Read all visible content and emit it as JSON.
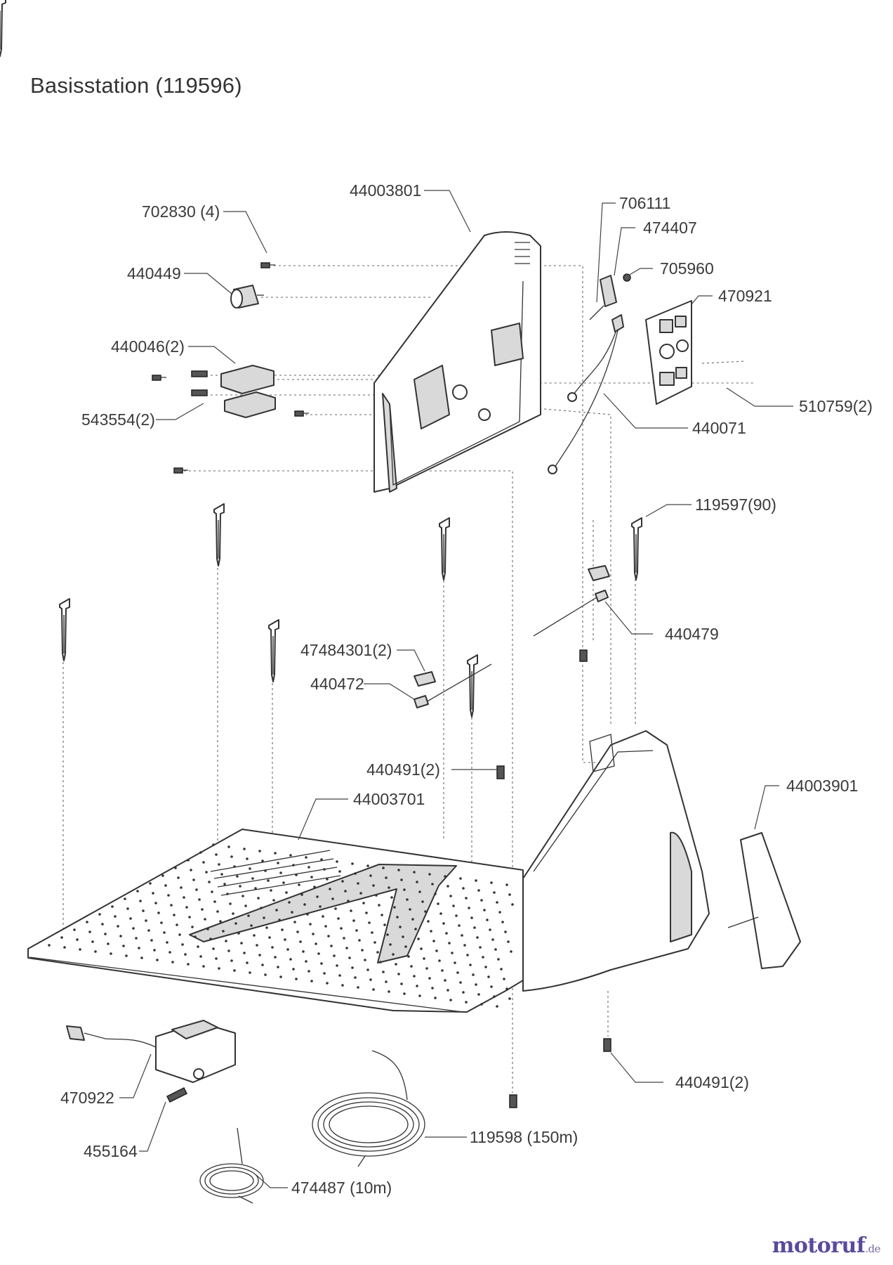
{
  "title": "Basisstation (119596)",
  "parts": [
    {
      "id": "p1",
      "label": "44003801"
    },
    {
      "id": "p2",
      "label": "702830 (4)"
    },
    {
      "id": "p3",
      "label": "440449"
    },
    {
      "id": "p4",
      "label": "440046(2)"
    },
    {
      "id": "p5",
      "label": "543554(2)"
    },
    {
      "id": "p6",
      "label": "706111"
    },
    {
      "id": "p7",
      "label": "474407"
    },
    {
      "id": "p8",
      "label": "705960"
    },
    {
      "id": "p9",
      "label": "470921"
    },
    {
      "id": "p10",
      "label": "510759(2)"
    },
    {
      "id": "p11",
      "label": "440071"
    },
    {
      "id": "p12",
      "label": "119597(90)"
    },
    {
      "id": "p13",
      "label": "440479"
    },
    {
      "id": "p14",
      "label": "47484301(2)"
    },
    {
      "id": "p15",
      "label": "440472"
    },
    {
      "id": "p16",
      "label": "440491(2)"
    },
    {
      "id": "p17",
      "label": "44003701"
    },
    {
      "id": "p18",
      "label": "44003901"
    },
    {
      "id": "p19",
      "label": "440491(2)"
    },
    {
      "id": "p20",
      "label": "470922"
    },
    {
      "id": "p21",
      "label": "455164"
    },
    {
      "id": "p22",
      "label": "119598 (150m)"
    },
    {
      "id": "p23",
      "label": "474487 (10m)"
    }
  ],
  "brand": {
    "name": "motoruf",
    "suffix": ".de",
    "color": "#5a4a9e"
  }
}
